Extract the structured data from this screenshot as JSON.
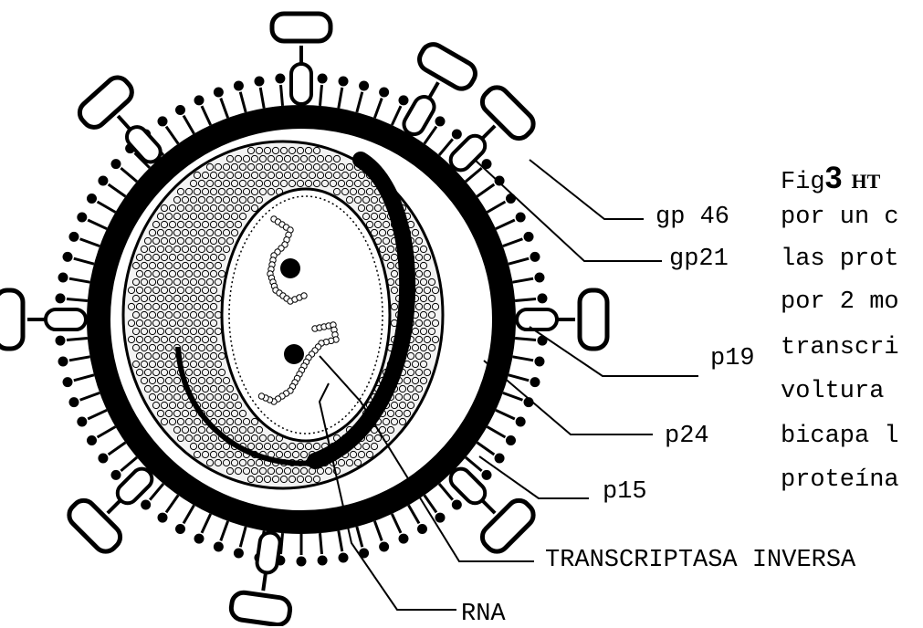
{
  "labels": {
    "gp46": "gp 46",
    "gp21": "gp21",
    "p19": "p19",
    "p24": "p24",
    "p15": "p15",
    "transcriptasa": "TRANSCRIPTASA INVERSA",
    "rna": "RNA"
  },
  "caption": {
    "fig_prefix": "Fig",
    "fig_number": "3",
    "fig_suffix": "HT",
    "lines": [
      "por un c",
      "las prot",
      "por 2 mo",
      "transcri",
      "voltura",
      "bicapa l",
      "proteína"
    ]
  }
}
